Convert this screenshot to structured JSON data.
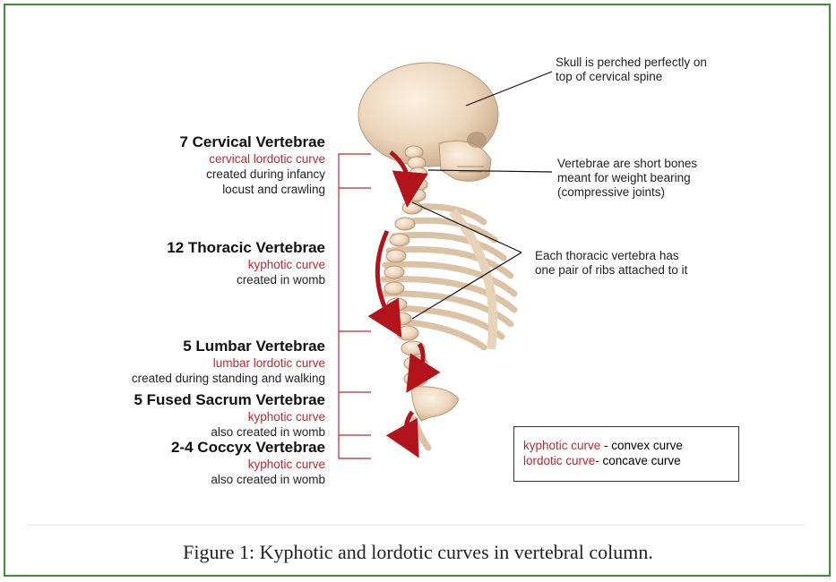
{
  "labels": {
    "cervical": {
      "title": "7 Cervical Vertebrae",
      "curve": "cervical lordotic curve",
      "desc1": "created during infancy",
      "desc2": "locust and crawling"
    },
    "thoracic": {
      "title": "12 Thoracic Vertebrae",
      "curve": "kyphotic curve",
      "desc1": "created in womb"
    },
    "lumbar": {
      "title": "5 Lumbar Vertebrae",
      "curve": "lumbar lordotic curve",
      "desc1": "created during standing and walking"
    },
    "sacrum": {
      "title": "5 Fused Sacrum Vertebrae",
      "curve": "kyphotic curve",
      "desc1": "also created in womb"
    },
    "coccyx": {
      "title": "2-4 Coccyx Vertebrae",
      "curve": "kyphotic curve",
      "desc1": "also created in womb"
    }
  },
  "notes": {
    "skull": [
      "Skull is perched perfectly on",
      "top of cervical spine"
    ],
    "vertebrae": [
      "Vertebrae are short bones",
      "meant for weight bearing",
      "(compressive joints)"
    ],
    "ribs": [
      "Each thoracic vertebra has",
      "one pair of ribs attached to it"
    ]
  },
  "legend": {
    "kyphotic_term": "kyphotic curve",
    "kyphotic_def": " - convex curve",
    "lordotic_term": "lordotic curve",
    "lordotic_def": "- concave curve"
  },
  "caption": "Figure 1: Kyphotic and lordotic curves in vertebral column.",
  "colors": {
    "frame": "#3f8f3a",
    "accent_red": "#c0272d",
    "bone": "#ead3b8"
  }
}
